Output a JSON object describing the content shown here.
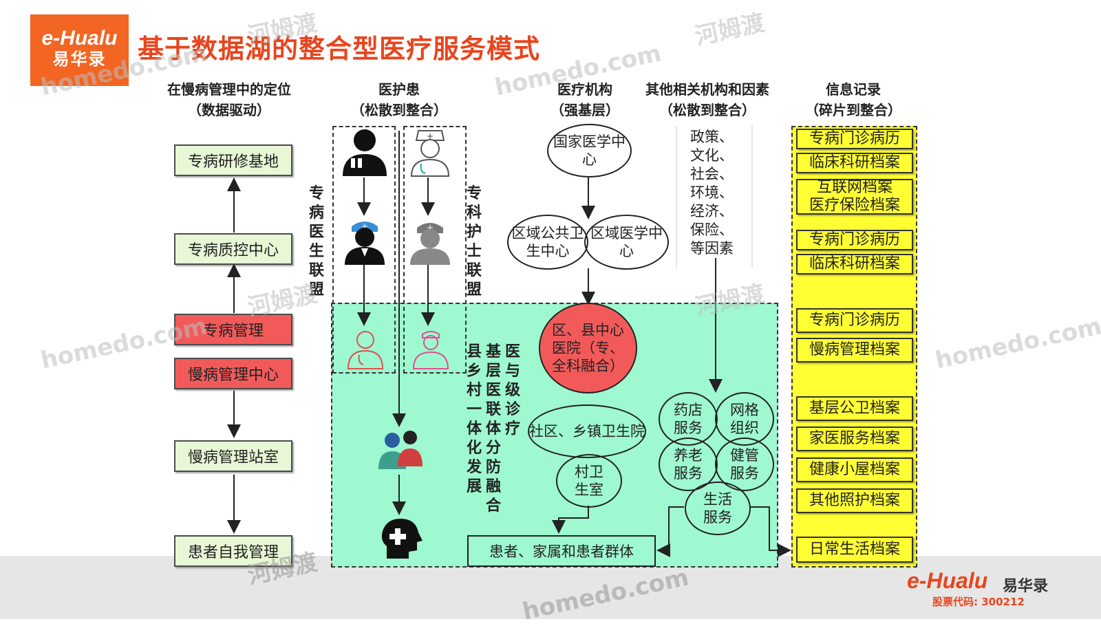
{
  "logo": {
    "brand": "e-Hualu",
    "cn": "易华录"
  },
  "title": "基于数据湖的整合型医疗服务模式",
  "headers": {
    "positioning": [
      "在慢病管理中的定位",
      "（数据驱动）"
    ],
    "doctors": [
      "医护患",
      "（松散到整合）"
    ],
    "institutions": [
      "医疗机构",
      "（强基层）"
    ],
    "others": [
      "其他相关机构和因素",
      "（松散到整合）"
    ],
    "records": [
      "信息记录",
      "（碎片到整合）"
    ]
  },
  "positioning_boxes": [
    "专病研修基地",
    "专病质控中心",
    "专病管理",
    "慢病管理中心",
    "慢病管理站室",
    "患者自我管理"
  ],
  "alliances": {
    "doctor": "专病医生联盟",
    "nurse": "专科护士联盟"
  },
  "integration_text": [
    "县乡村一体化发展",
    "基层医联体分防融合",
    "医与级诊疗"
  ],
  "institutions": {
    "national": "国家医学中心",
    "regional_public": "区域公共卫生中心",
    "regional_medical": "区域医学中心",
    "county": "区、县中心医院（专、全科融合）",
    "community": "社区、乡镇卫生院",
    "village": "村卫生室"
  },
  "factors": [
    "政策、",
    "文化、",
    "社会、",
    "环境、",
    "经济、",
    "保险、",
    "等因素"
  ],
  "services": {
    "pharmacy": "药店服务",
    "grid": "网格组织",
    "elderly": "养老服务",
    "health": "健管服务",
    "life": "生活服务"
  },
  "patient_group": "患者、家属和患者群体",
  "records": [
    "专病门诊病历",
    "临床科研档案",
    "互联网档案",
    "医疗保险档案",
    "专病门诊病历",
    "临床科研档案",
    "专病门诊病历",
    "慢病管理档案",
    "基层公卫档案",
    "家医服务档案",
    "健康小屋档案",
    "其他照护档案",
    "日常生活档案"
  ],
  "footer": {
    "brand": "e-Hualu",
    "cn": "易华录",
    "stock": "股票代码: 300212"
  },
  "watermarks": [
    "河姆渡",
    "homedo.com",
    "河姆渡",
    "homedo.com",
    "河姆渡",
    "homedo.com",
    "河姆渡",
    "homedo.com",
    "河姆渡",
    "homedo.com"
  ],
  "colors": {
    "accent": "#f26522",
    "title": "#e8451e",
    "green_area": "#9ef8d0",
    "yellow": "#ffff33",
    "red": "#f25a5a",
    "box_green": "#e8f7d6"
  }
}
